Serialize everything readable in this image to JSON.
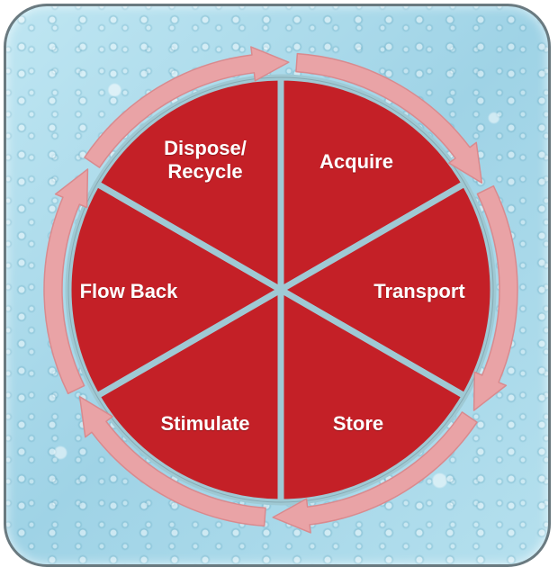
{
  "title": "Water lifecycle",
  "colors": {
    "segment": "#c42027",
    "arrow": "#e9a3a6",
    "arrow_edge": "#d98a8e",
    "divider": "#9fc9d4"
  },
  "segments": [
    {
      "label": "Acquire"
    },
    {
      "label": "Transport"
    },
    {
      "label": "Store"
    },
    {
      "label": "Stimulate"
    },
    {
      "label": "Flow Back"
    },
    {
      "label": "Dispose/\nRecycle"
    }
  ]
}
